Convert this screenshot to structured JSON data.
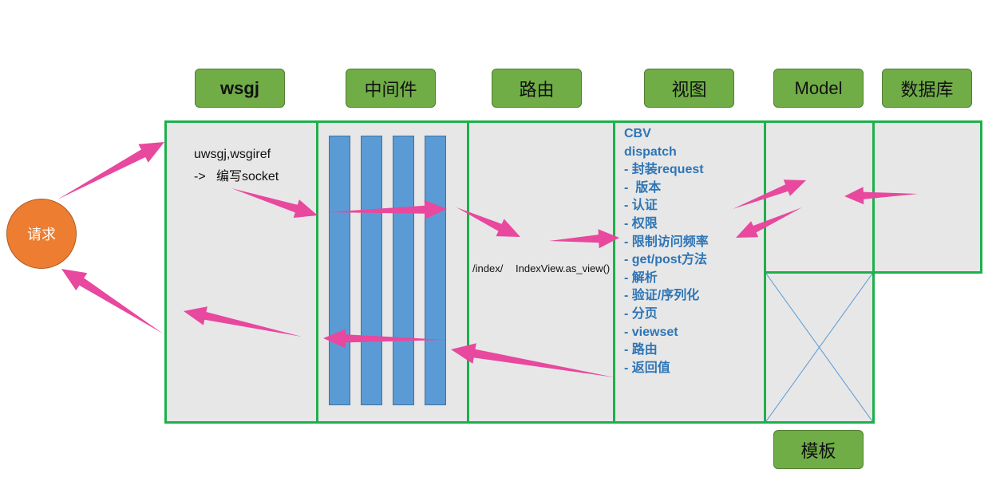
{
  "request_label": "请求",
  "headers": {
    "wsgi": "wsgj",
    "middleware": "中间件",
    "routing": "路由",
    "view": "视图",
    "model": "Model",
    "database": "数据库",
    "template": "模板"
  },
  "wsgi_panel": {
    "line1": "uwsgj,wsgiref",
    "line2": "->   编写socket"
  },
  "routing_panel": {
    "url": "/index/",
    "view_func": "IndexView.as_view()"
  },
  "view_panel": {
    "lines": [
      "CBV",
      "",
      "dispatch",
      "- 封装request",
      "-  版本",
      "- 认证",
      "- 权限",
      "- 限制访问频率",
      "- get/post方法",
      "- 解析",
      "- 验证/序列化",
      "- 分页",
      "- viewset",
      "- 路由",
      "- 返回值"
    ]
  },
  "colors": {
    "header_green": "#70ad47",
    "panel_border": "#1db04b",
    "panel_fill": "#e7e7e7",
    "middleware_column": "#5b9bd5",
    "request_circle": "#ed7d31",
    "arrow": "#e8489e",
    "view_text": "#2e75b6"
  }
}
